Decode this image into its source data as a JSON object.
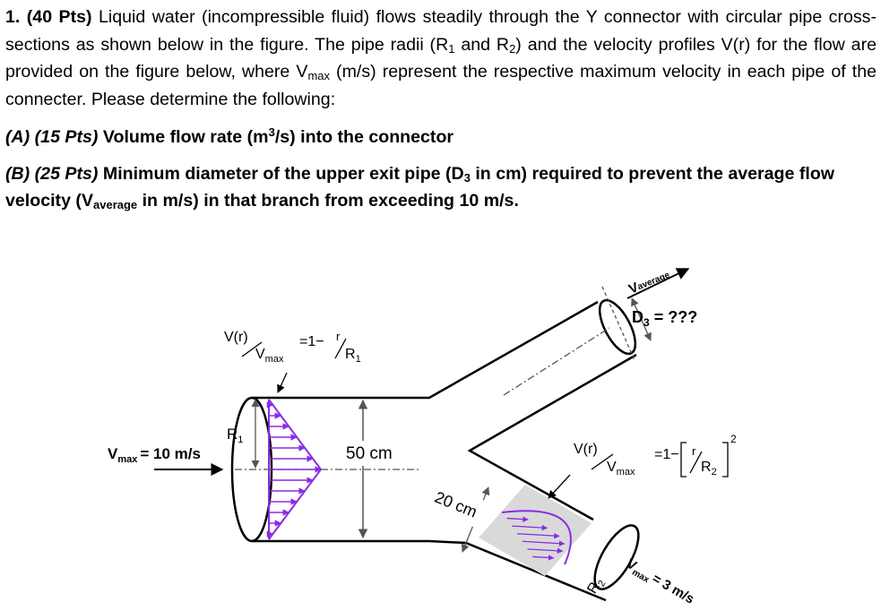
{
  "problem": {
    "number": "1.",
    "points": "(40 Pts)",
    "statement_1": "Liquid water (incompressible fluid) flows steadily through the Y connector with circular pipe cross-sections as shown below in the figure. The pipe radii (R",
    "statement_r1_sub": "1",
    "statement_2": " and R",
    "statement_r2_sub": "2",
    "statement_3": ") and the velocity profiles V(r) for the flow are provided on the figure below, where V",
    "statement_vmax_sub": "max",
    "statement_4": " (m/s) represent the respective maximum velocity in each pipe of the connecter. Please determine the following:",
    "part_a": {
      "label": "(A) (15 Pts)",
      "text_1": " Volume flow rate (m",
      "sup": "3",
      "text_2": "/s) into the connector"
    },
    "part_b": {
      "label": "(B) (25 Pts)",
      "text_1": " Minimum diameter of the upper exit pipe (D",
      "d_sub": "3",
      "text_2": " in cm) required to prevent the average flow velocity (V",
      "v_sub": "average",
      "text_3": " in m/s) in that branch from exceeding 10 m/s."
    }
  },
  "figure": {
    "inlet_profile": {
      "num": "V(r)",
      "den": "V",
      "den_sub": "max",
      "rhs": "=1−",
      "r": "r",
      "R": "R",
      "R_sub": "1"
    },
    "outlet_profile": {
      "num": "V(r)",
      "den": "V",
      "den_sub": "max",
      "rhs": "=1−",
      "r": "r",
      "R": "R",
      "R_sub": "2",
      "exp": "2"
    },
    "inlet_vmax": {
      "V": "V",
      "sub": "max",
      "value": "= 10 m/s"
    },
    "outlet_vmax": {
      "V": "V",
      "sub": "max",
      "value": "= 3 m/s"
    },
    "r1_label": {
      "R": "R",
      "sub": "1"
    },
    "r2_label": {
      "R": "R",
      "sub": "2"
    },
    "inlet_diameter": "50 cm",
    "outlet_diameter": "20 cm",
    "upper_velocity": {
      "V": "V",
      "sub": "average"
    },
    "upper_diameter": {
      "D": "D",
      "sub": "3",
      "value": " = ???"
    }
  },
  "colors": {
    "text": "#000000",
    "profile_arrows": "#8a2be2",
    "profile_fill": "#d9d9d9",
    "dimension": "#555555"
  }
}
